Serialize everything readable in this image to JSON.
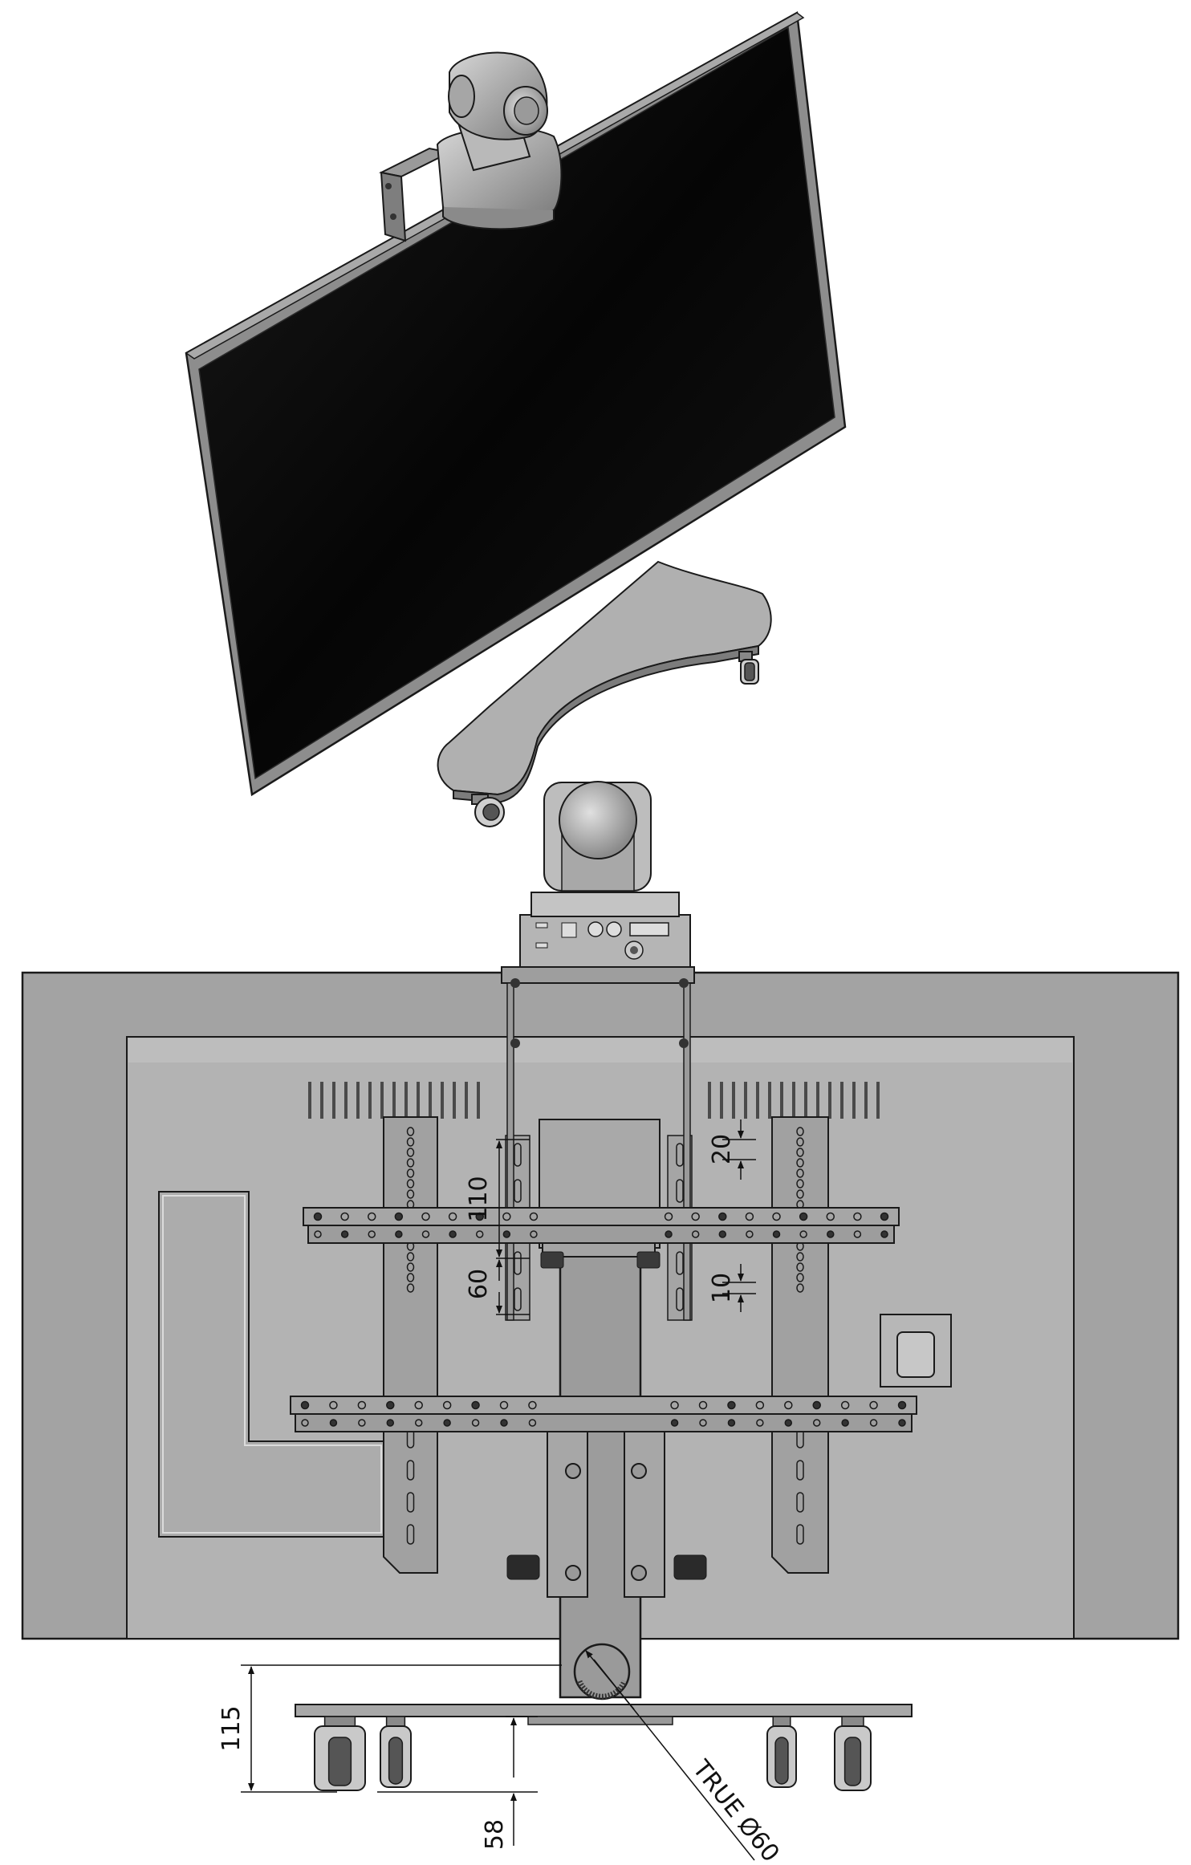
{
  "drawing": {
    "dimensions": {
      "slot_spacing": "110",
      "slot_length": "20",
      "slot_offset": "60",
      "slot_width": "10",
      "floor_clearance": "115",
      "caster_height": "58",
      "pole_diameter": "TRUE  Ø60"
    }
  },
  "colors": {
    "background": "#ffffff",
    "screen": "#0b0b0b",
    "body_gray": "#a3a3a3",
    "panel_gray": "#b3b3b3",
    "metal": "#9a9a9a",
    "outline": "#1a1a1a"
  }
}
